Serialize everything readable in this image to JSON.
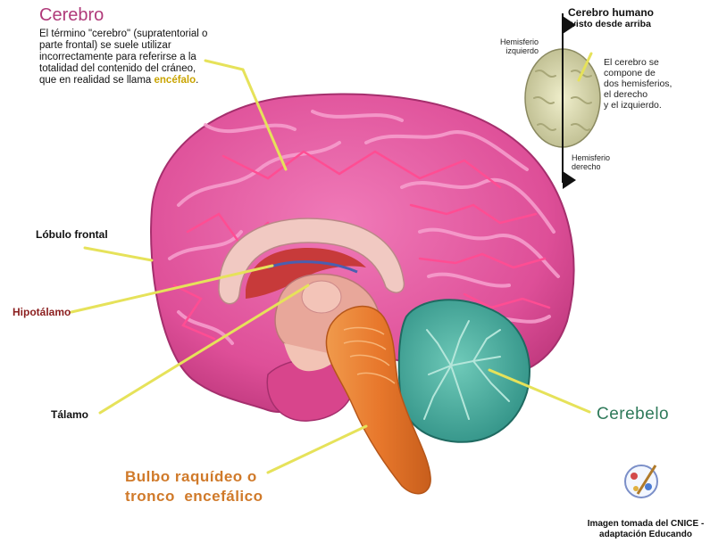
{
  "cerebro": {
    "title": "Cerebro",
    "description_main": "El término \"cerebro\" (supratentorial o parte frontal) se suele utilizar incorrectamente para referirse a la totalidad del contenido del cráneo, que en realidad se llama ",
    "description_highlight": "encéfalo",
    "description_end": "."
  },
  "labels": {
    "lobulo_frontal": "Lóbulo frontal",
    "hipotalamo": "Hipotálamo",
    "talamo": "Tálamo",
    "cerebelo": "Cerebelo",
    "bulbo_line1": "Bulbo raquídeo o",
    "bulbo_line2": "tronco  encefálico"
  },
  "inset": {
    "title_line1": "Cerebro humano",
    "title_line2": "visto desde arriba",
    "hemisferio_izq_line1": "Hemisferio",
    "hemisferio_izq_line2": "izquierdo",
    "hemisferio_der_line1": "Hemisferio",
    "hemisferio_der_line2": "derecho",
    "desc_lines": [
      "El cerebro se",
      "compone de",
      "dos hemisferios,",
      "el derecho",
      "y el izquierdo."
    ]
  },
  "credit": {
    "line1": "Imagen tomada del CNICE -",
    "line2": "adaptación Educando"
  },
  "colors": {
    "brain_pink": "#e2559d",
    "cerebellum": "#3fa89a",
    "brainstem": "#e87a2c",
    "leader_line": "#e6e25a"
  }
}
